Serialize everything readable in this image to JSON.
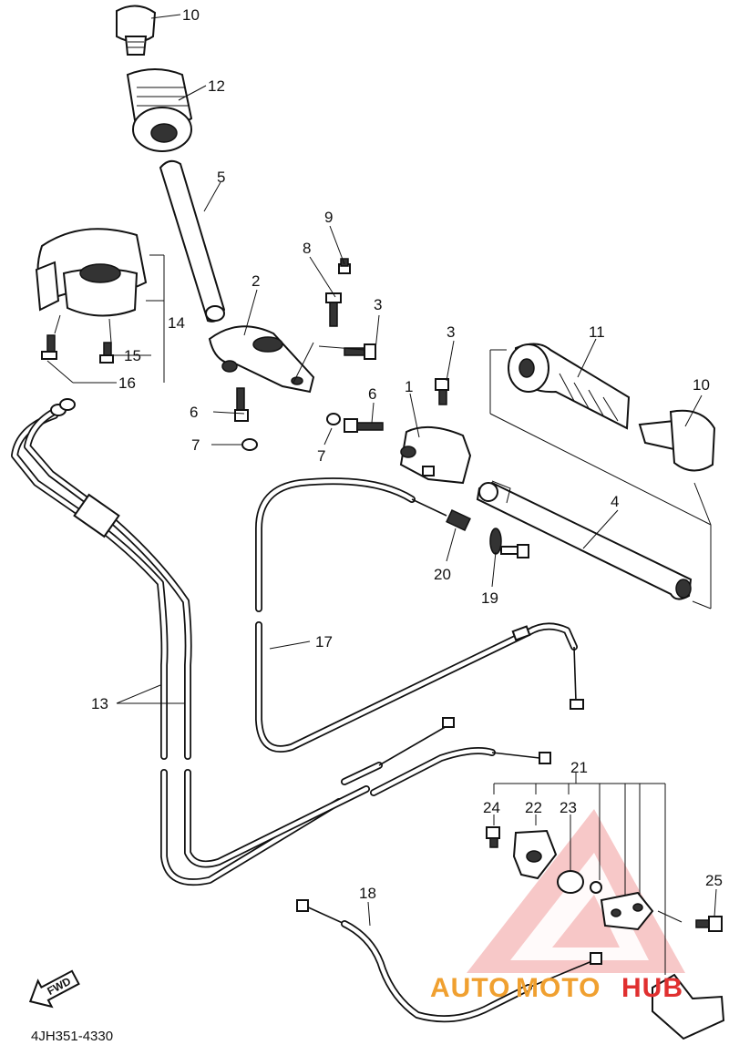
{
  "diagram": {
    "labels": {
      "n1": "1",
      "n2": "2",
      "n3a": "3",
      "n3b": "3",
      "n4": "4",
      "n5": "5",
      "n6a": "6",
      "n6b": "6",
      "n7a": "7",
      "n7b": "7",
      "n8": "8",
      "n9": "9",
      "n10a": "10",
      "n10b": "10",
      "n11": "11",
      "n12": "12",
      "n13": "13",
      "n14": "14",
      "n15": "15",
      "n16": "16",
      "n17": "17",
      "n18": "18",
      "n19": "19",
      "n20": "20",
      "n21": "21",
      "n22": "22",
      "n23": "23",
      "n24": "24",
      "n25": "25"
    },
    "drawing_code": "4JH351-4330",
    "fwd_label": "FWD",
    "watermark": {
      "part1": "AUTO",
      "part2": "MOTO",
      "part3": "HUB",
      "color_orange": "#f0a030",
      "color_red": "#e03030"
    }
  }
}
